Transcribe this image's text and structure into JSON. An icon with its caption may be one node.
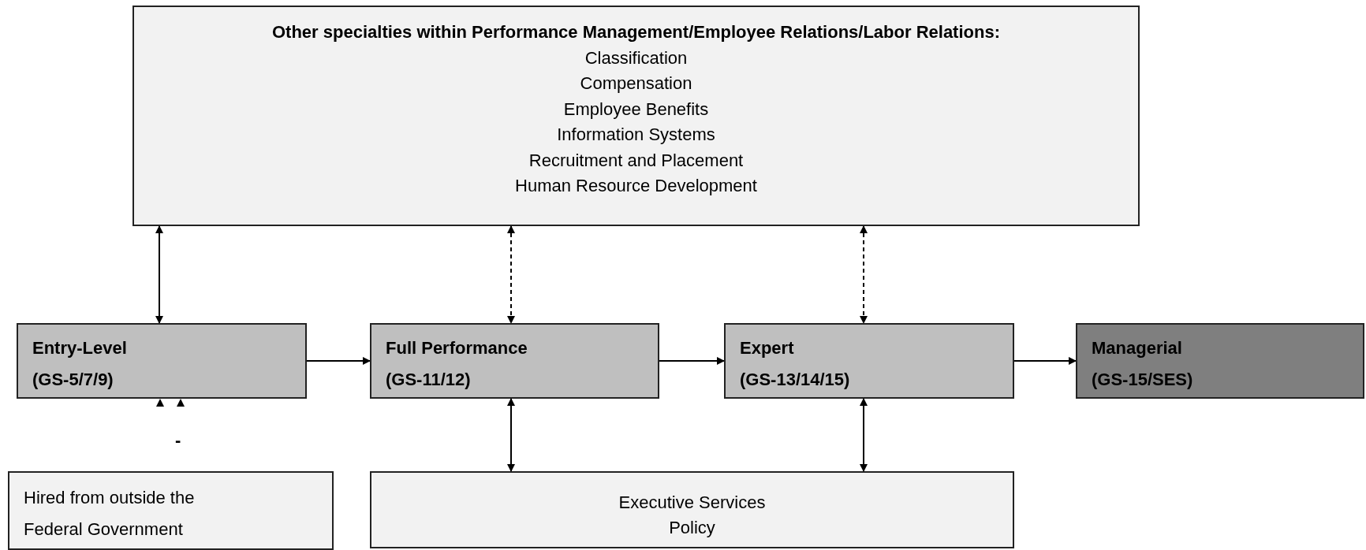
{
  "diagram": {
    "nodes": [
      {
        "text": [
          "Other specialties within Performance Management/Employee Relations/Labor Relations:",
          "Classification",
          "Compensation",
          "Employee Benefits",
          "Information Systems",
          "Recruitment and Placement",
          "Human Resource Development"
        ]
      },
      {
        "text": [
          "Entry-Level",
          "(GS-5/7/9)"
        ]
      },
      {
        "text": [
          "Full Performance",
          "(GS-11/12)"
        ]
      },
      {
        "text": [
          "Expert",
          "(GS-13/14/15)"
        ]
      },
      {
        "text": [
          "Managerial",
          "(GS-15/SES)"
        ]
      },
      {
        "text": [
          "Hired from outside the Federal Government"
        ]
      },
      {
        "text": [
          "Executive Services",
          "Policy"
        ]
      }
    ],
    "edges": [
      {
        "from": 0,
        "to": 1,
        "arrow": "both"
      },
      {
        "from": 0,
        "to": 2,
        "arrow": "both",
        "style": "dashed"
      },
      {
        "from": 0,
        "to": 3,
        "arrow": "both",
        "style": "dashed"
      },
      {
        "from": 1,
        "to": 2,
        "arrow": "to"
      },
      {
        "from": 2,
        "to": 3,
        "arrow": "to"
      },
      {
        "from": 3,
        "to": 4,
        "arrow": "to"
      },
      {
        "from": 2,
        "to": 6,
        "arrow": "both"
      },
      {
        "from": 3,
        "to": 6,
        "arrow": "both"
      },
      {
        "from": null,
        "to": 1,
        "arrow": "to"
      },
      {
        "from": null,
        "to": 1,
        "arrow": "to"
      }
    ],
    "labels": [
      "-"
    ]
  }
}
